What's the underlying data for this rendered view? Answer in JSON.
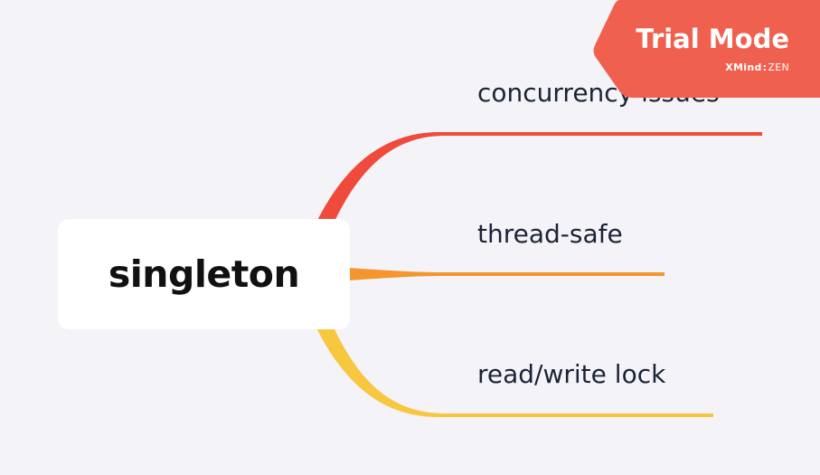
{
  "central_topic": {
    "label": "singleton"
  },
  "subtopics": [
    {
      "label": "concurrency issues",
      "color": "#ef4a3c"
    },
    {
      "label": "thread-safe",
      "color": "#f4952e"
    },
    {
      "label": "read/write lock",
      "color": "#f6c73f"
    }
  ],
  "trial_badge": {
    "title": "Trial Mode",
    "brand_a": "XMind",
    "brand_sep": ":",
    "brand_b": "ZEN",
    "color": "#f0604e"
  }
}
